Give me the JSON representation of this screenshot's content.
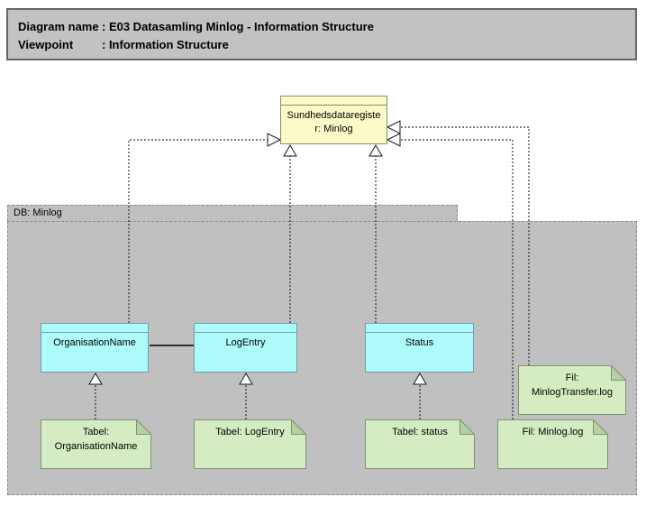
{
  "header": {
    "rows": [
      {
        "label": "Diagram name",
        "value": ": E03 Datasamling Minlog - Information Structure"
      },
      {
        "label": "Viewpoint",
        "value": ": Information Structure"
      }
    ]
  },
  "container": {
    "label": "DB: Minlog"
  },
  "nodes": {
    "registry": {
      "lines": [
        "Sundhedsdataregiste",
        "r: Minlog"
      ]
    },
    "organisation_name": {
      "label": "OrganisationName"
    },
    "log_entry": {
      "label": "LogEntry"
    },
    "status": {
      "label": "Status"
    },
    "tabel_organisation_name": {
      "lines": [
        "Tabel:",
        "OrganisationName"
      ]
    },
    "tabel_log_entry": {
      "line": "Tabel: LogEntry"
    },
    "tabel_status": {
      "line": "Tabel: status"
    },
    "fil_minlog_log": {
      "line": "Fil: Minlog.log"
    },
    "fil_minlog_transfer_log": {
      "lines": [
        "Fil:",
        "MinlogTransfer.log"
      ]
    }
  },
  "colors": {
    "group_fill": "#c0c0c0",
    "group_border": "#8a8a8a",
    "header_fill": "#c2c2c2",
    "registry_fill": "#fbfbc9",
    "registry_border": "#8e8e5e",
    "entity_fill": "#aefbfb",
    "entity_border": "#6f9fa9",
    "note_fill": "#d5ecc2",
    "note_fold_fill": "#b7d0a1",
    "note_border": "#7f9472",
    "edge_color": "#1a1a1a"
  }
}
